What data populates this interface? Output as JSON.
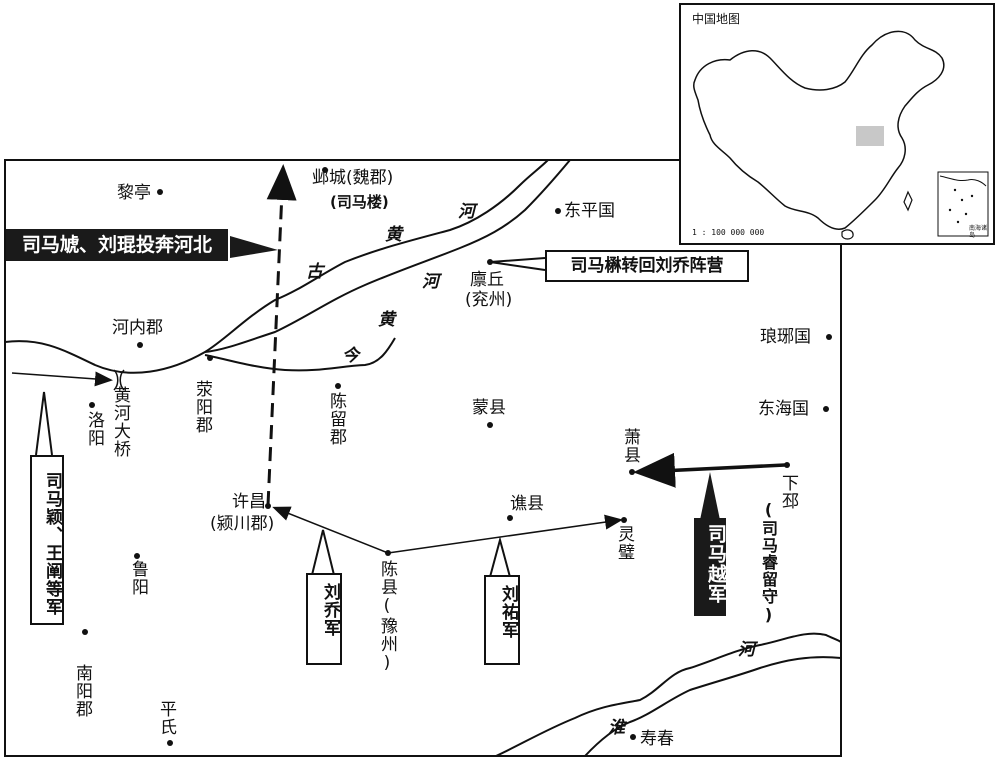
{
  "places": {
    "lizheng": "黎亭",
    "yecheng": "邺城(魏郡)",
    "yecheng_note": "(司马楼)",
    "dongping": "东平国",
    "heneijun": "河内郡",
    "lingqiu": "廪丘",
    "lingqiu_note": "(兖州)",
    "langya": "琅琊国",
    "huanghe_bridge": "黄河大桥",
    "luoyang": "洛阳",
    "xingyang": "荥阳郡",
    "chenliu": "陈留郡",
    "mengxian": "蒙县",
    "donghai": "东海国",
    "xiaoxian": "萧县",
    "xuchang": "许昌",
    "xuchang_note": "(颍川郡)",
    "qiaoxian": "谯县",
    "lingbi": "灵璧",
    "xiapi": "下邳",
    "xiapi_note": "(司马睿留守)",
    "luyang": "鲁阳",
    "chenxian": "陈县(豫州)",
    "nanyang": "南阳郡",
    "pingshi": "平氏",
    "shouchun": "寿春"
  },
  "rivers": {
    "he_upper": "河",
    "huang_1": "黄",
    "gu": "古",
    "he_2": "河",
    "huang_2": "黄",
    "jin": "今",
    "he_lower": "河",
    "huai": "淮"
  },
  "callouts": {
    "sima_teng": "司马虓、刘琨投奔河北",
    "sima_mao": "司马楙转回刘乔阵营",
    "sima_ying": "司马颖、王阐等军",
    "liu_qiao": "刘乔军",
    "liu_you": "刘祐军",
    "sima_yue": "司马越军"
  },
  "inset": {
    "title": "中国地图",
    "scale": "1 : 100 000 000",
    "nanhai": "南海诸岛"
  }
}
